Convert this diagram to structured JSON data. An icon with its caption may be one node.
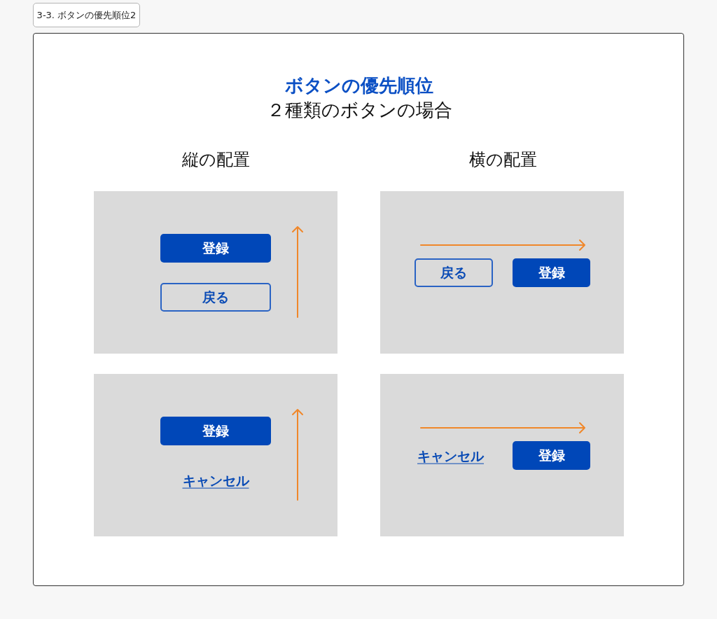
{
  "diagram": {
    "title": "ボタンの優先順位",
    "nodes": [
      {
        "text": [
          "3-3. ボタンの優先順位2"
        ]
      },
      {
        "text": [],
        "shape": "box"
      },
      {
        "text": [],
        "shape": "box",
        "in": 1
      },
      {
        "text": [
          "登録"
        ],
        "in": 2
      },
      {
        "text": [
          "戻る"
        ],
        "in": 2
      },
      {
        "text": [],
        "shape": "box",
        "in": 1
      },
      {
        "text": [
          "戻る"
        ],
        "in": 5
      },
      {
        "text": [
          "登録"
        ],
        "in": 5
      },
      {
        "text": [],
        "shape": "box",
        "in": 1
      },
      {
        "text": [
          "登録"
        ],
        "in": 8
      },
      {
        "text": [],
        "shape": "box",
        "in": 1
      },
      {
        "text": [
          "登録"
        ],
        "in": 10
      }
    ],
    "labels": [
      "２種類のボタンの場合",
      "縦の配置",
      "横の配置",
      "キャンセル",
      "キャンセル"
    ]
  }
}
